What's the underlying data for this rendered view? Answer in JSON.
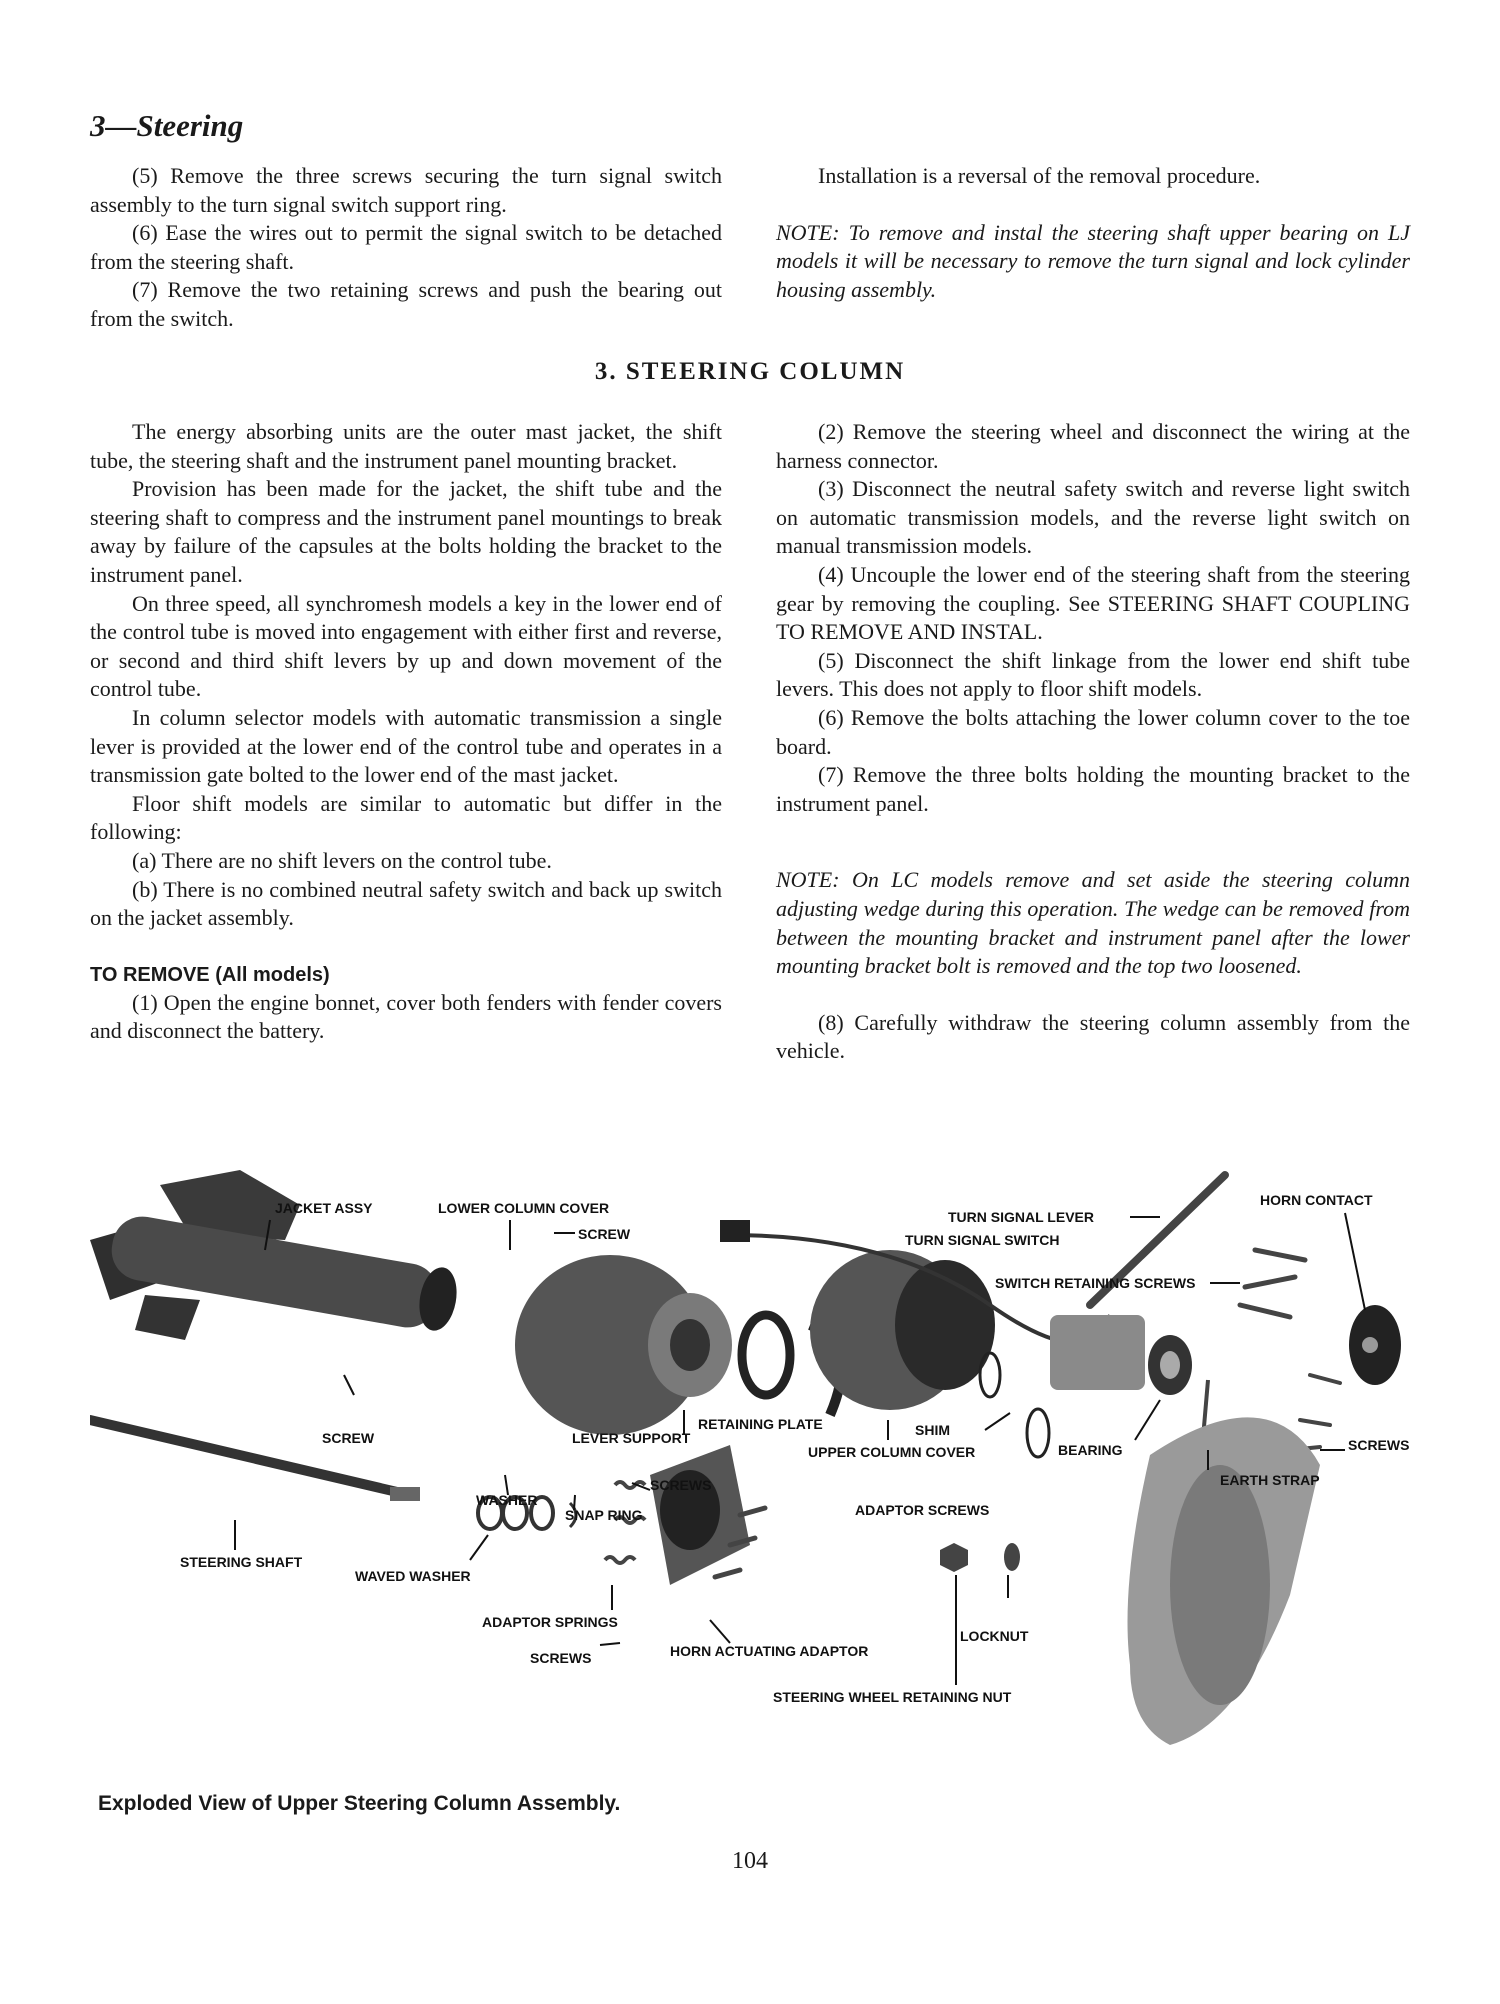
{
  "header": {
    "section": "3—Steering"
  },
  "top_left": [
    "(5) Remove the three screws securing the turn signal switch assembly to the turn signal switch support ring.",
    "(6) Ease the wires out to permit the signal switch to be detached from the steering shaft.",
    "(7) Remove the two retaining screws and push the bearing out from the switch."
  ],
  "top_right": {
    "para": "Installation is a reversal of the removal procedure.",
    "note": "NOTE: To remove and instal the steering shaft upper bearing on LJ models it will be necessary to remove the turn signal and lock cylinder housing assembly."
  },
  "section_title": "3. STEERING COLUMN",
  "left_col": {
    "paras": [
      "The energy absorbing units are the outer mast jacket, the shift tube, the steering shaft and the instrument panel mounting bracket.",
      "Provision has been made for the jacket, the shift tube and the steering shaft to compress and the instrument panel mountings to break away by failure of the capsules at the bolts holding the bracket to the instrument panel.",
      "On three speed, all synchromesh models a key in the lower end of the control tube is moved into engagement with either first and reverse, or second and third shift levers by up and down movement of the control tube.",
      "In column selector models with automatic transmission a single lever is provided at the lower end of the control tube and operates in a transmission gate bolted to the lower end of the mast jacket.",
      "Floor shift models are similar to automatic but differ in the following:",
      "(a) There are no shift levers on the control tube.",
      "(b) There is no combined neutral safety switch and back up switch on the jacket assembly."
    ],
    "heading": "TO REMOVE (All models)",
    "step1": "(1) Open the engine bonnet, cover both fenders with fender covers and disconnect the battery."
  },
  "right_col": {
    "steps": [
      "(2) Remove the steering wheel and disconnect the wiring at the harness connector.",
      "(3) Disconnect the neutral safety switch and reverse light switch on automatic transmission models, and the reverse light switch on manual transmission models.",
      "(4) Uncouple the lower end of the steering shaft from the steering gear by removing the coupling. See STEERING SHAFT COUPLING TO REMOVE AND INSTAL.",
      "(5) Disconnect the shift linkage from the lower end shift tube levers. This does not apply to floor shift models.",
      "(6) Remove the bolts attaching the lower column cover to the toe board.",
      "(7) Remove the three bolts holding the mounting bracket to the instrument panel."
    ],
    "note": "NOTE: On LC models remove and set aside the steering column adjusting wedge during this operation. The wedge can be removed from between the mounting bracket and instrument panel after the lower mounting bracket bolt is removed and the top two loosened.",
    "step8": "(8) Carefully withdraw the steering column assembly from the vehicle."
  },
  "diagram": {
    "labels": {
      "jacket_assy": "JACKET ASSY",
      "lower_column_cover": "LOWER COLUMN COVER",
      "screw_top": "SCREW",
      "turn_signal_lever": "TURN SIGNAL LEVER",
      "turn_signal_switch": "TURN SIGNAL SWITCH",
      "horn_contact": "HORN CONTACT",
      "switch_retaining_screws": "SWITCH RETAINING SCREWS",
      "screw_left": "SCREW",
      "retaining_plate": "RETAINING PLATE",
      "lever_support": "LEVER SUPPORT",
      "shim": "SHIM",
      "upper_column_cover": "UPPER COLUMN COVER",
      "bearing": "BEARING",
      "screws_right": "SCREWS",
      "earth_strap": "EARTH STRAP",
      "screws_mid": "SCREWS",
      "washer": "WASHER",
      "snap_ring": "SNAP RING",
      "adaptor_screws": "ADAPTOR SCREWS",
      "steering_shaft": "STEERING SHAFT",
      "waved_washer": "WAVED WASHER",
      "adaptor_springs": "ADAPTOR SPRINGS",
      "locknut": "LOCKNUT",
      "screws_bottom": "SCREWS",
      "horn_actuating_adaptor": "HORN ACTUATING ADAPTOR",
      "steering_wheel_retaining_nut": "STEERING WHEEL RETAINING NUT"
    }
  },
  "caption": "Exploded View of Upper Steering Column Assembly.",
  "page_number": "104"
}
